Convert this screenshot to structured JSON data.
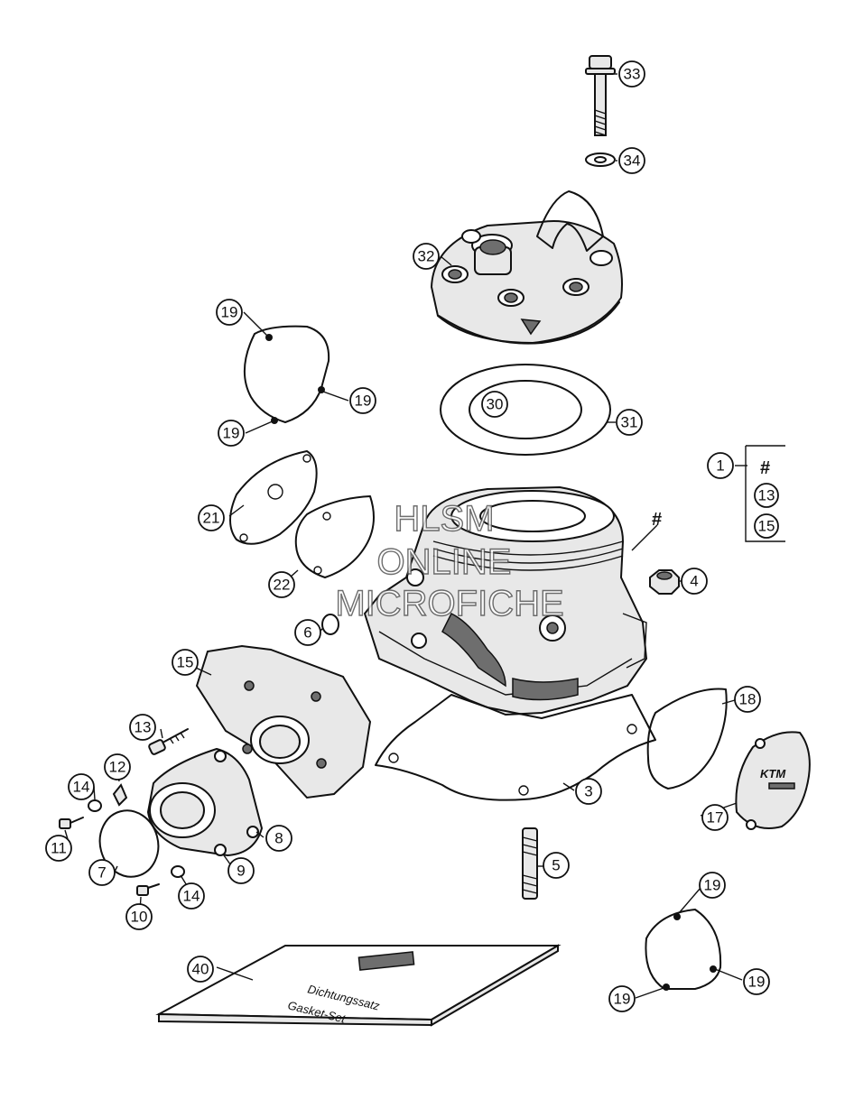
{
  "diagram": {
    "hash_symbol": "#",
    "kit_legend": {
      "part": "1",
      "items": [
        "13",
        "15"
      ]
    },
    "watermark": [
      "HLSM",
      "ONLINE",
      "MICROFICHE"
    ],
    "gasket_box_text": [
      "Dichtungssatz",
      "Gasket-Set"
    ],
    "callouts": {
      "p1": "1",
      "p3": "3",
      "p4": "4",
      "p5": "5",
      "p6": "6",
      "p7": "7",
      "p8": "8",
      "p9": "9",
      "p10": "10",
      "p11": "11",
      "p12": "12",
      "p13a": "13",
      "p14a": "14",
      "p14b": "14",
      "p15a": "15",
      "p17": "17",
      "p18": "18",
      "p19a": "19",
      "p19b": "19",
      "p19c": "19",
      "p19d": "19",
      "p19e": "19",
      "p19f": "19",
      "p21": "21",
      "p22": "22",
      "p30": "30",
      "p31": "31",
      "p32": "32",
      "p33": "33",
      "p34": "34",
      "p40": "40"
    }
  }
}
